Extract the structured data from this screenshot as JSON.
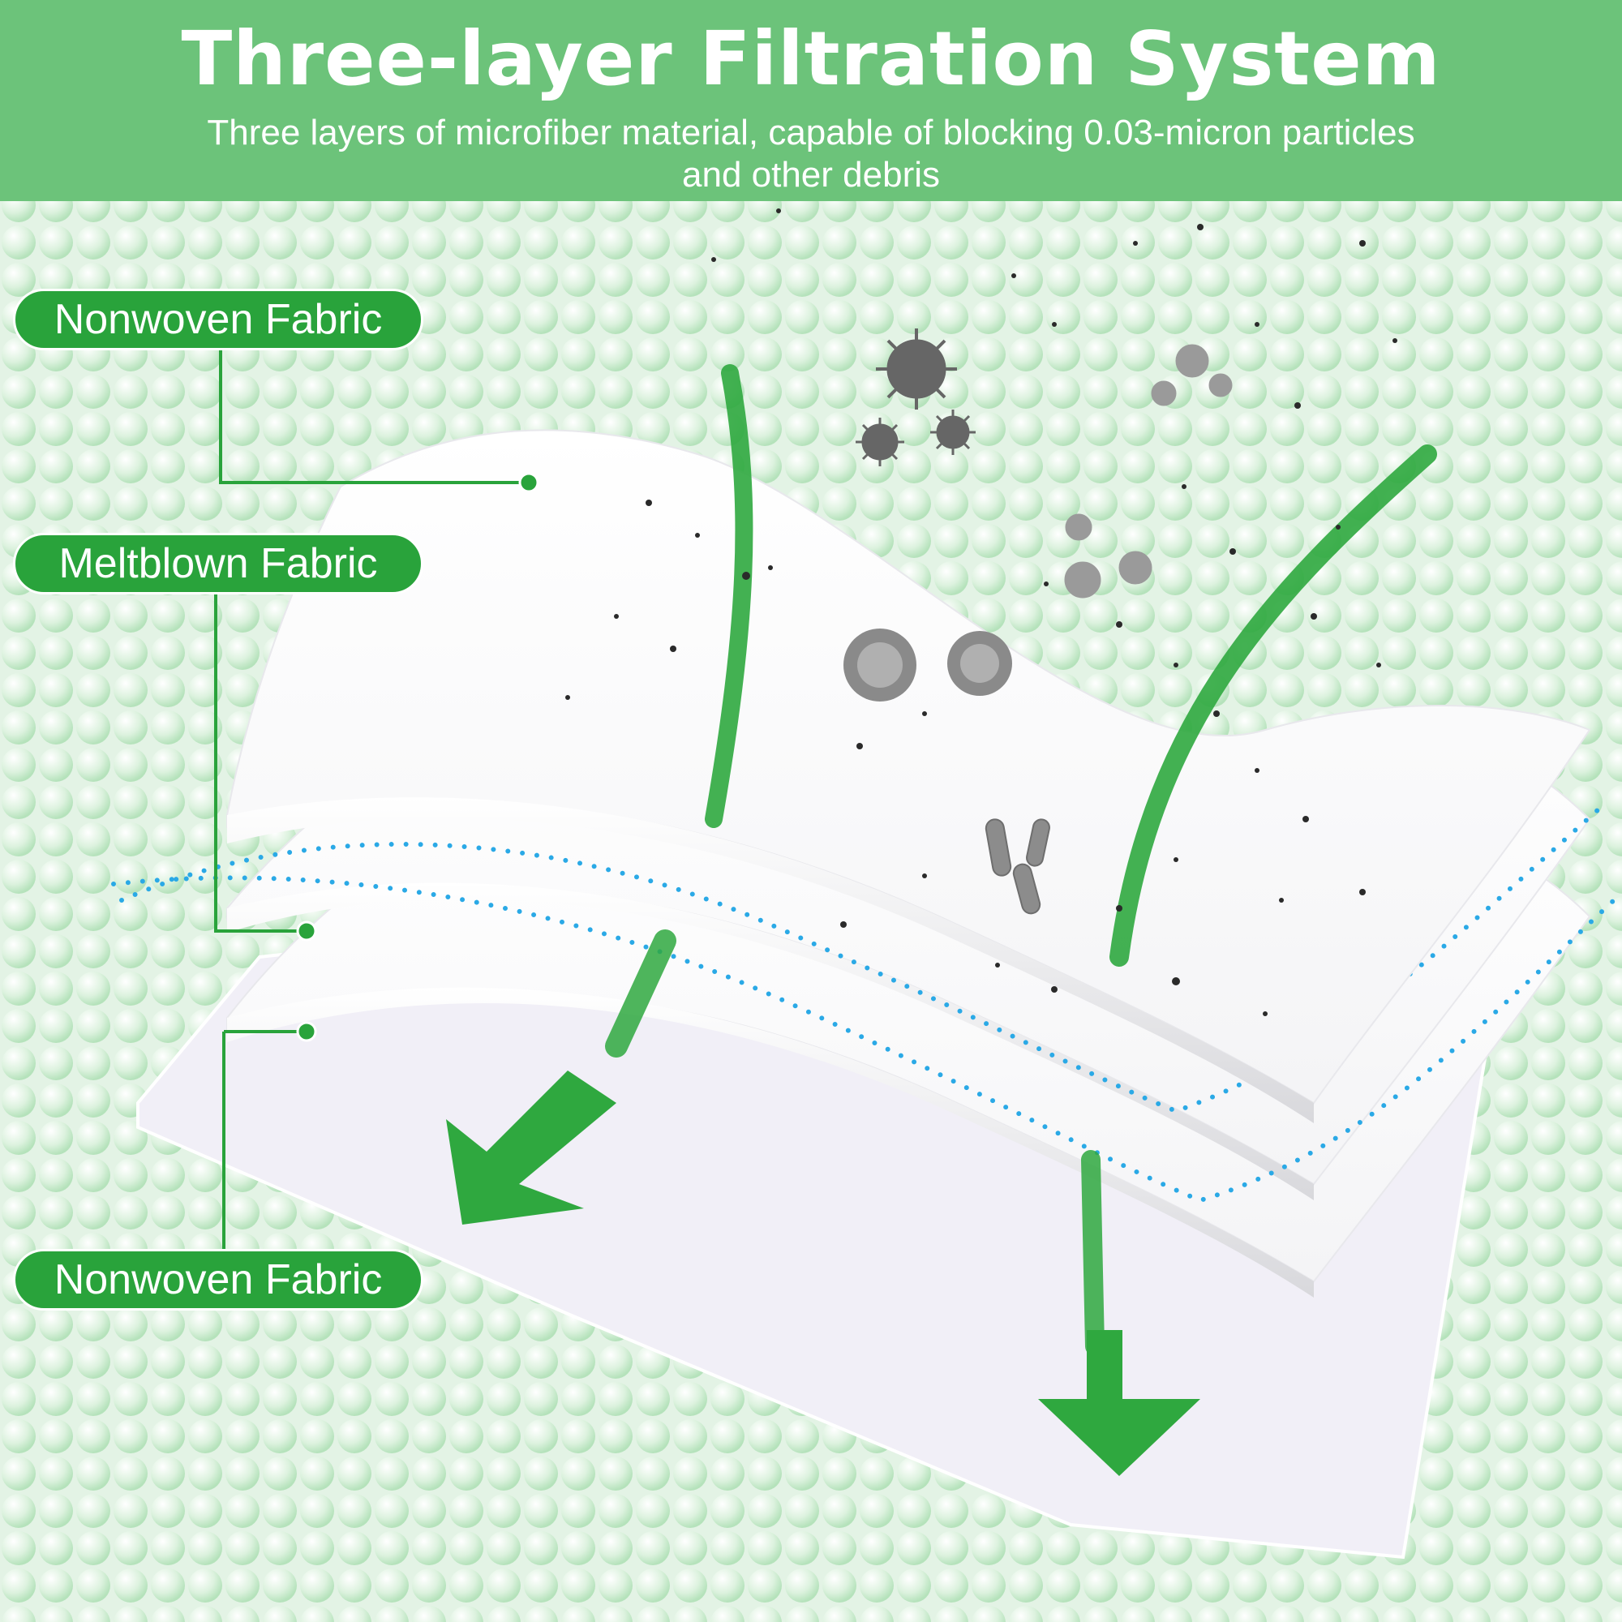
{
  "header": {
    "title": "Three-layer Filtration System",
    "subtitle": "Three layers of microfiber material, capable of blocking 0.03-micron particles and other debris"
  },
  "layers": [
    {
      "label": "Nonwoven Fabric"
    },
    {
      "label": "Meltblown Fabric"
    },
    {
      "label": "Nonwoven Fabric"
    }
  ],
  "colors": {
    "header_bg": "#6cc37a",
    "label_green": "#29a33b",
    "background": "#e6f4e8",
    "flow_dots": "#2aa9e6",
    "particles": "#333333",
    "virus": "#7a7a7a"
  },
  "icons": [
    "virus-icon",
    "bacteria-icon",
    "down-arrow-icon",
    "dust-particle-icon"
  ]
}
